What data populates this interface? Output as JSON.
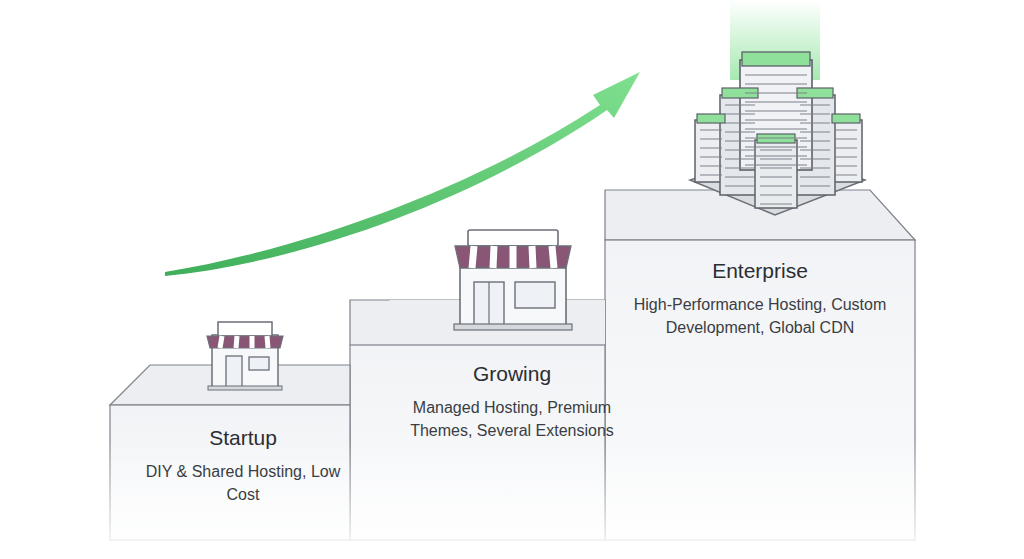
{
  "diagram": {
    "nodes": [
      {
        "text": [
          "Startup",
          "DIY & Shared Hosting, Low Cost"
        ]
      },
      {
        "text": [
          "Growing",
          "Managed Hosting, Premium Themes, Several Extensions"
        ]
      },
      {
        "text": [
          "Enterprise",
          "High-Performance Hosting, Custom Development, Global CDN"
        ]
      }
    ]
  }
}
